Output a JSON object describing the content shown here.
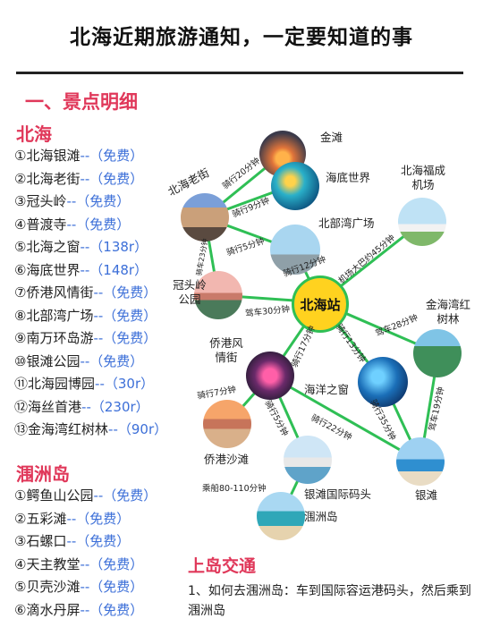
{
  "title": "北海近期旅游通知，一定要知道的事",
  "section1": "一、景点明细",
  "beihai": {
    "heading": "北海",
    "items": [
      {
        "num": "①",
        "name": "北海银滩",
        "price": "--（免费）"
      },
      {
        "num": "②",
        "name": "北海老街",
        "price": "--（免费）"
      },
      {
        "num": "③",
        "name": "冠头岭",
        "price": "--（免费）"
      },
      {
        "num": "④",
        "name": "普渡寺",
        "price": "--（免费）"
      },
      {
        "num": "⑤",
        "name": "北海之窗",
        "price": "--（138r）"
      },
      {
        "num": "⑥",
        "name": "海底世界",
        "price": "--（148r）"
      },
      {
        "num": "⑦",
        "name": "侨港风情街",
        "price": "--（免费）"
      },
      {
        "num": "⑧",
        "name": "北部湾广场",
        "price": "--（免费）"
      },
      {
        "num": "⑨",
        "name": "南万环岛游",
        "price": "--（免费）"
      },
      {
        "num": "⑩",
        "name": "银滩公园",
        "price": "--（免费）"
      },
      {
        "num": "⑪",
        "name": "北海园博园",
        "price": "--（30r）"
      },
      {
        "num": "⑫",
        "name": "海丝首港",
        "price": "--（230r）"
      },
      {
        "num": "⑬",
        "name": "金海湾红树林",
        "price": "--（90r）"
      }
    ]
  },
  "weizhou": {
    "heading": "涠洲岛",
    "items": [
      {
        "num": "①",
        "name": "鳄鱼山公园",
        "price": "--（免费）"
      },
      {
        "num": "②",
        "name": "五彩滩",
        "price": "--（免费）"
      },
      {
        "num": "③",
        "name": "石螺口",
        "price": "--（免费）"
      },
      {
        "num": "④",
        "name": "天主教堂",
        "price": "--（免费）"
      },
      {
        "num": "⑤",
        "name": "贝壳沙滩",
        "price": "--（免费）"
      },
      {
        "num": "⑥",
        "name": "滴水丹屏",
        "price": "--（免费）"
      }
    ]
  },
  "map": {
    "hub": "北海站",
    "nodes": {
      "jintan": "金滩",
      "haidi": "海底世界",
      "laojie": "北海老街",
      "airport": "北海福成机场",
      "beibuwan": "北部湾广场",
      "guantouling": "冠头岭公园",
      "jinhaiwan": "金海湾红树林",
      "qiaogangjie": "侨港风情街",
      "haiyang": "海洋之窗",
      "qiaogangsha": "侨港沙滩",
      "matou": "银滩国际码头",
      "yintan": "银滩",
      "weizhou": "涠洲岛"
    },
    "edges": {
      "e1": "骑行20分钟",
      "e2": "骑行9分钟",
      "e3": "骑行5分钟",
      "e4": "骑行12分钟",
      "e5": "骑车23分钟",
      "e6": "驾车30分钟",
      "e7": "机场大巴约45分钟",
      "e8": "驾车28分钟",
      "e9": "骑行17分钟",
      "e10": "骑行13分钟",
      "e11": "骑行7分钟",
      "e12": "骑行5分钟",
      "e13": "骑行22分钟",
      "e14": "骑行35分钟",
      "e15": "驾车19分钟",
      "e16": "乘船80-110分钟"
    }
  },
  "transport": {
    "heading": "上岛交通",
    "text": "1、如何去涠洲岛：车到国际容运港码头，然后乘到涠洲岛"
  },
  "colors": {
    "accent": "#e0385a",
    "price": "#3c6fd8",
    "edge": "#2fbf55",
    "hub": "#ffd21f"
  }
}
